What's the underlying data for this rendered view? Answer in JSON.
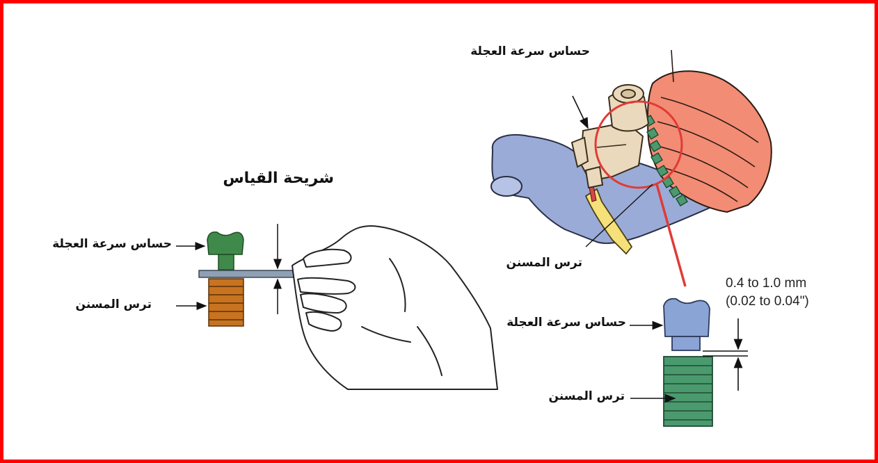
{
  "left_figure": {
    "title": "شريحة القياس",
    "sensor_label": "حساس سرعة العجلة",
    "gear_label": "ترس المسنن"
  },
  "right_figure": {
    "sensor_label_top": "حساس سرعة العجلة",
    "gear_label_mid": "ترس المسنن",
    "sensor_label_detail": "حساس سرعة العجلة",
    "gear_label_detail": "ترس المسنن",
    "gap_mm": "0.4 to 1.0 mm",
    "gap_in": "(0.02 to 0.04\")"
  },
  "colors": {
    "border": "#ff0000",
    "sensor_green": "#3f8a4a",
    "gear_orange": "#c8731f",
    "sensor_blue": "#8aa4d6",
    "gear_teal": "#4a9a6e",
    "rotor_salmon": "#f28c74",
    "knuckle_blue": "#9aabd8",
    "cable_yellow": "#f6e07a",
    "sensor_tan": "#ead9bd"
  }
}
